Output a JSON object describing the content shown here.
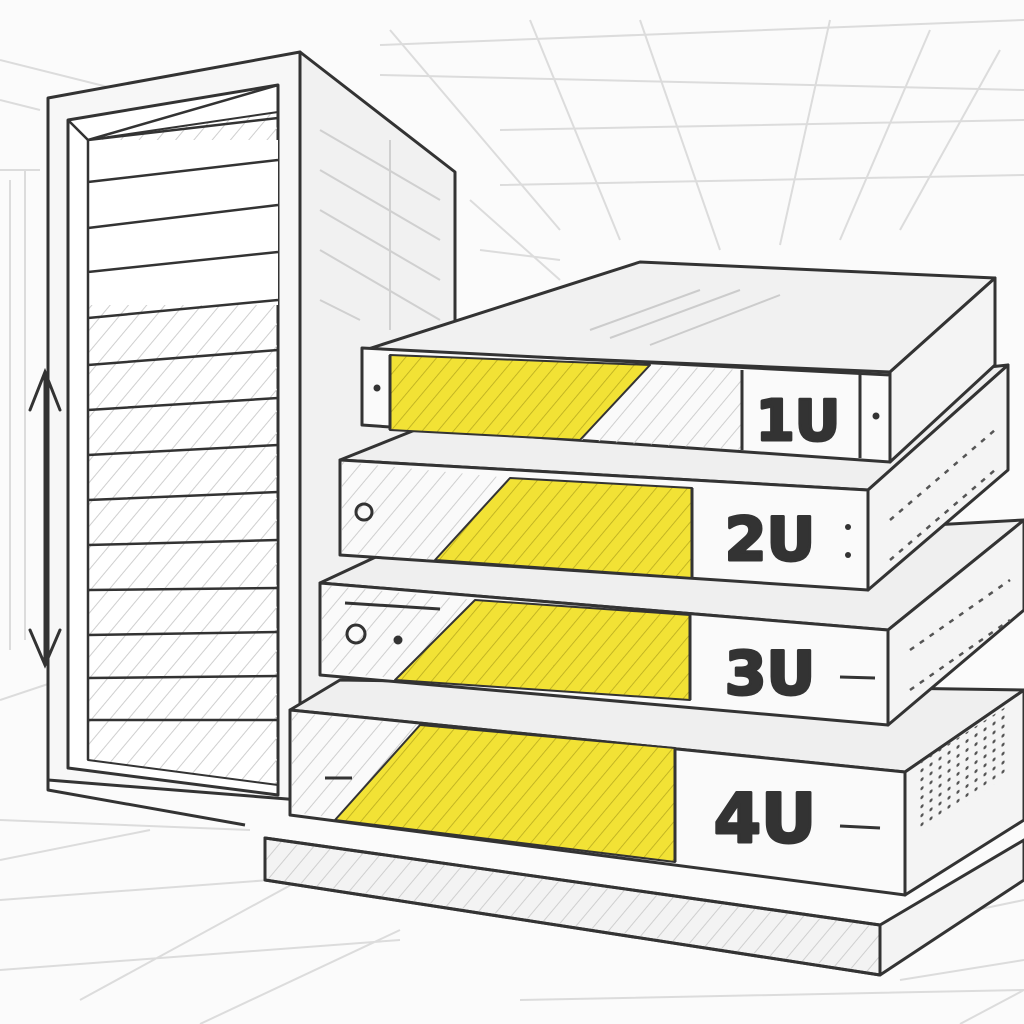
{
  "colors": {
    "accent": "#f2e235",
    "outline": "#333333",
    "face": "#f4f4f4",
    "grid": "#d8d8d8"
  },
  "units": [
    {
      "label": "1U"
    },
    {
      "label": "2U"
    },
    {
      "label": "3U"
    },
    {
      "label": "4U"
    }
  ]
}
